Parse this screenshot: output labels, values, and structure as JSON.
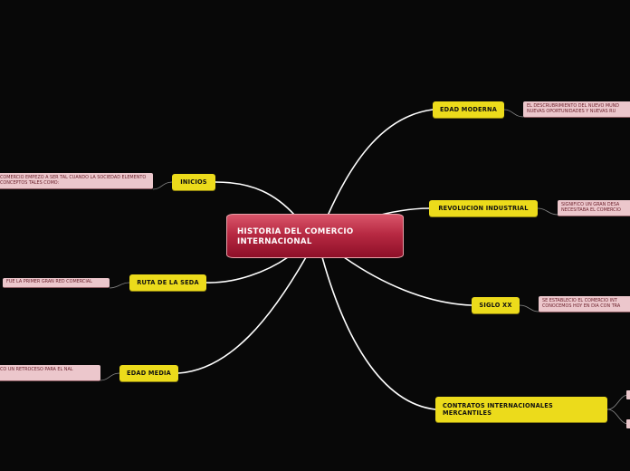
{
  "central": {
    "title": "HISTORIA DEL COMERCIO INTERNACIONAL"
  },
  "topics": {
    "edad_moderna": "EDAD MODERNA",
    "revolucion_industrial": "REVOLUCION INDUSTRIAL",
    "siglo_xx": "SIGLO XX",
    "contratos": "CONTRATOS INTERNACIONALES MERCANTILES",
    "inicios": "INICIOS",
    "ruta_seda": "RUTA DE LA SEDA",
    "edad_media": "EDAD MEDIA"
  },
  "notes": {
    "edad_moderna": "EL DESCRUBRIMIENTO DEL NUEVO MUND NUEVAS OPORTUNIDADES Y NUEVAS RU",
    "revolucion_industrial": "SIGNIFICO UN GRAN DESA NECESITABA EL COMERCIO",
    "siglo_xx": "SE ESTABLECIO EL COMERCIO INT CONOCEMOS HOY EN DIA CON TRA",
    "inicios": "COMERCIO EMPEZO A SER TAL CUANDO LA SOCIEDAD ELEMENTO CONCEPTOS TALES COMO:",
    "ruta_seda": "FUE LA PRIMER GRAN RED  COMERCIAL",
    "edad_media": "CO UN RETROCESO PARA EL NAL"
  },
  "colors": {
    "background": "#080808",
    "topic": "#ecdb1b",
    "note": "#ecc7cc",
    "central": "#b82a43",
    "link": "#ffffff"
  }
}
